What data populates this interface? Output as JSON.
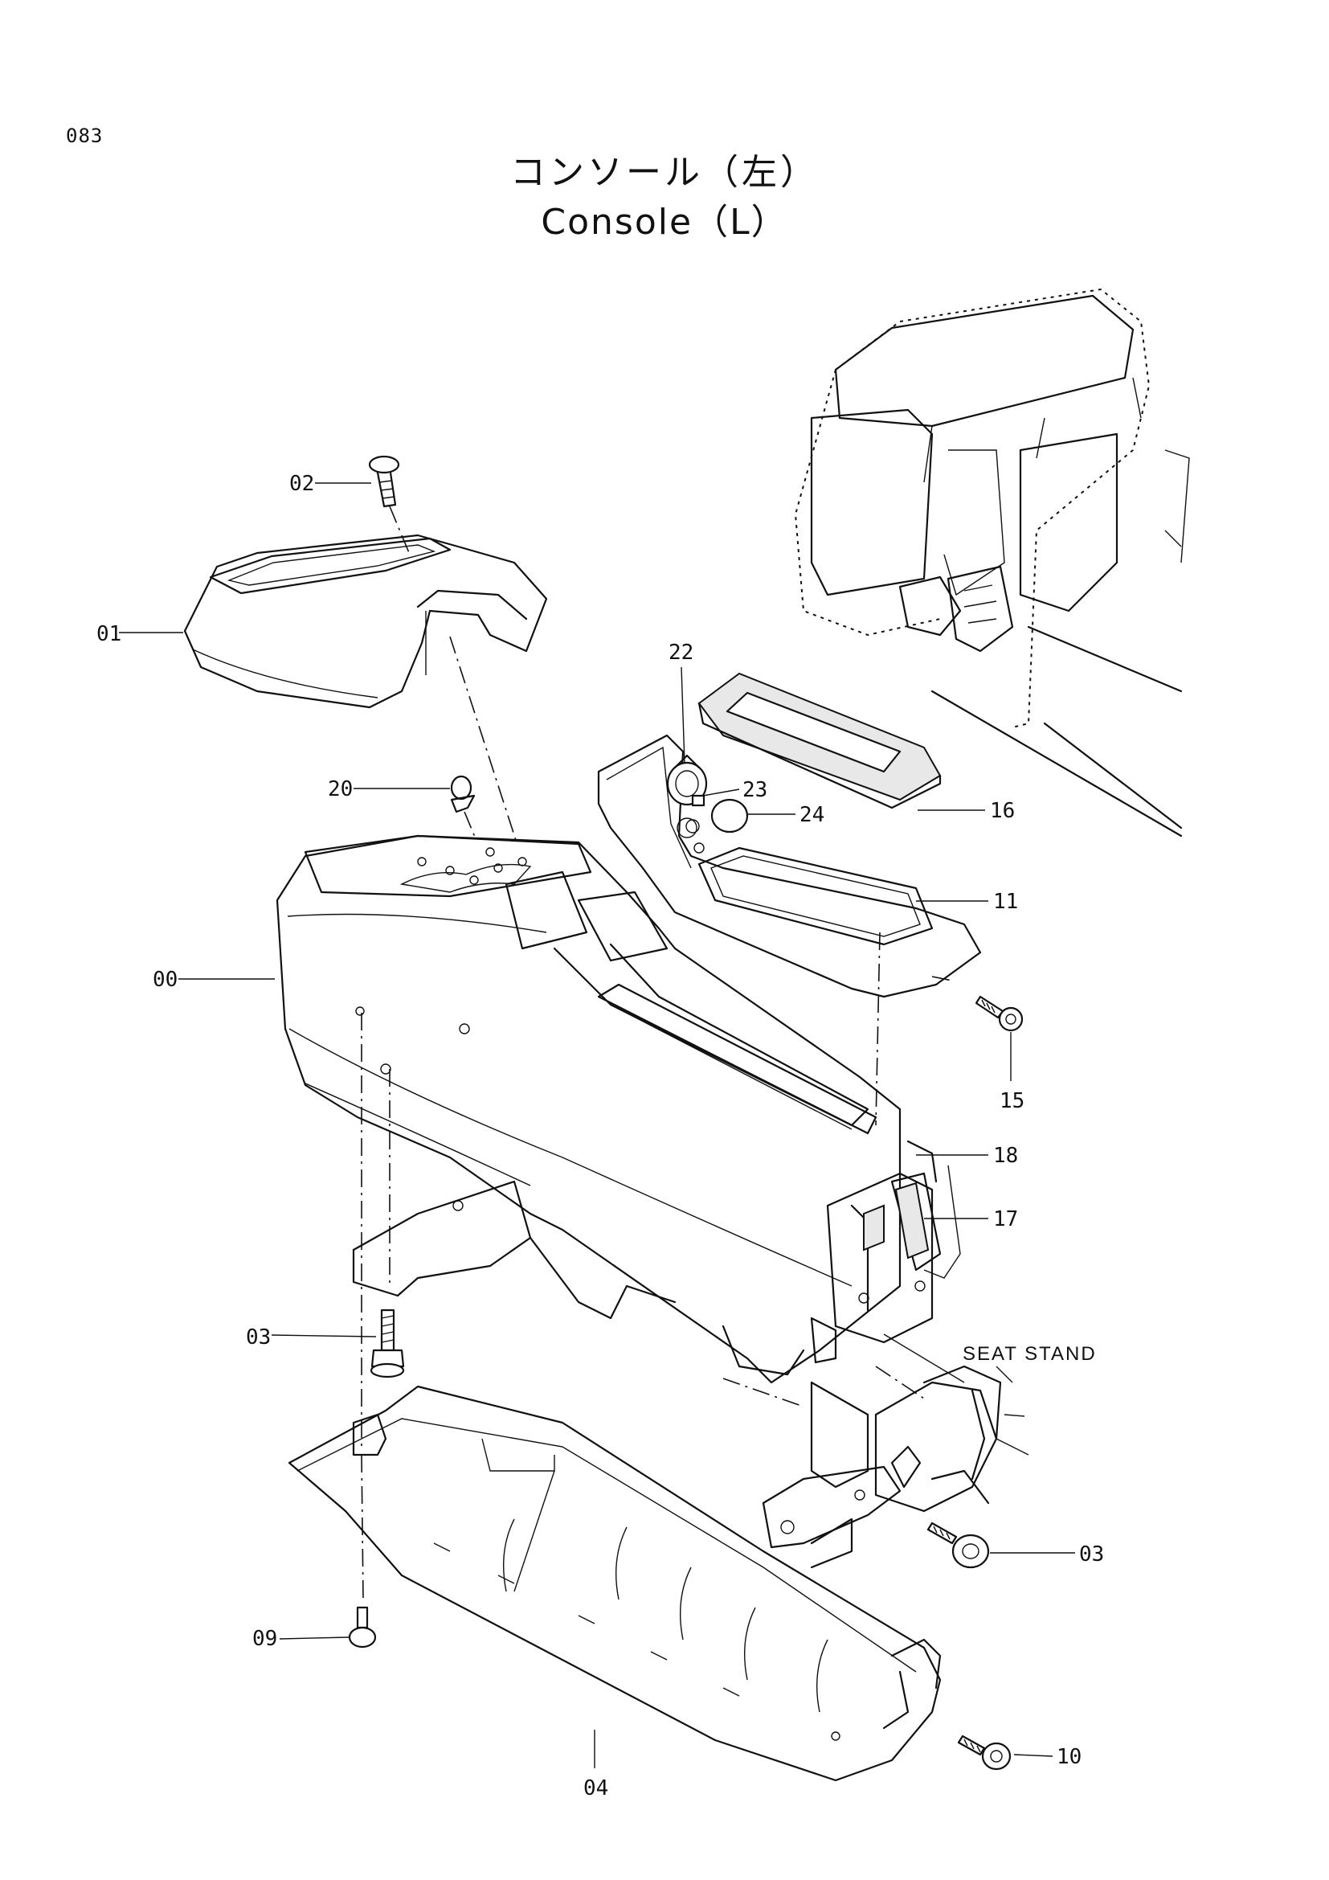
{
  "page_number": "083",
  "title_jp": "コンソール（左）",
  "title_en": "Console（L）",
  "note_label": "SEAT STAND",
  "callouts": [
    {
      "id": "c00",
      "label": "00"
    },
    {
      "id": "c01",
      "label": "01"
    },
    {
      "id": "c02",
      "label": "02"
    },
    {
      "id": "c03a",
      "label": "03"
    },
    {
      "id": "c03b",
      "label": "03"
    },
    {
      "id": "c04",
      "label": "04"
    },
    {
      "id": "c09",
      "label": "09"
    },
    {
      "id": "c10",
      "label": "10"
    },
    {
      "id": "c11",
      "label": "11"
    },
    {
      "id": "c15",
      "label": "15"
    },
    {
      "id": "c16",
      "label": "16"
    },
    {
      "id": "c17",
      "label": "17"
    },
    {
      "id": "c18",
      "label": "18"
    },
    {
      "id": "c20",
      "label": "20"
    },
    {
      "id": "c22",
      "label": "22"
    },
    {
      "id": "c23",
      "label": "23"
    },
    {
      "id": "c24",
      "label": "24"
    }
  ]
}
